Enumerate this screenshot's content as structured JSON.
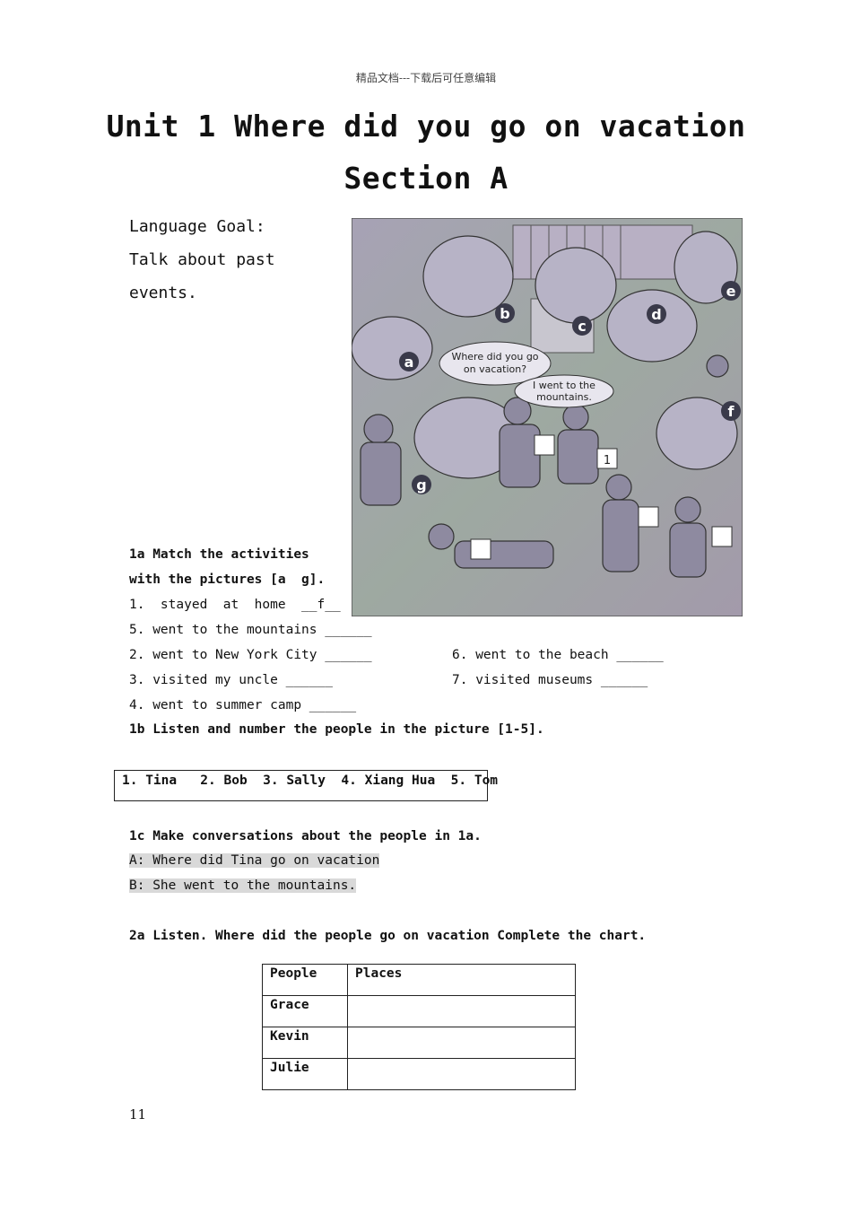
{
  "header": "精品文档---下载后可任意编辑",
  "title_line1": "Unit 1 Where did you go on vacation",
  "title_line2": "Section A",
  "goal": {
    "line1": "Language Goal:",
    "line2": "Talk about past",
    "line3": "events."
  },
  "picture": {
    "labels": [
      "a",
      "b",
      "c",
      "d",
      "e",
      "f",
      "g"
    ],
    "bubble_question": [
      "Where did you go",
      "on vacation?"
    ],
    "bubble_answer": [
      "I went to the",
      "mountains."
    ],
    "box_number": "1"
  },
  "ex1a": {
    "heading1": "1a Match the activities",
    "heading2": "with the pictures [a  g].",
    "item1": "1.  stayed  at  home  __f__",
    "item5": "5. went to the mountains ______",
    "item2": "2. went to New York City ______",
    "item6": "6. went to the beach ______",
    "item3": "3. visited my uncle ______",
    "item7": "7. visited museums ______",
    "item4": "4. went to summer camp ______"
  },
  "ex1b": {
    "heading": "1b Listen and number the people in the picture [1-5].",
    "names": "1. Tina   2. Bob  3. Sally  4. Xiang Hua  5. Tom"
  },
  "ex1c": {
    "heading": "1c Make conversations about the people in 1a.",
    "lineA": "A: Where did Tina go on vacation",
    "lineB": "B: She went to the mountains."
  },
  "ex2a": {
    "heading": "2a Listen. Where did the people go on vacation Complete the chart.",
    "col1": "People",
    "col2": "Places",
    "rows": [
      "Grace",
      "Kevin",
      "Julie"
    ]
  },
  "page_number": "11"
}
